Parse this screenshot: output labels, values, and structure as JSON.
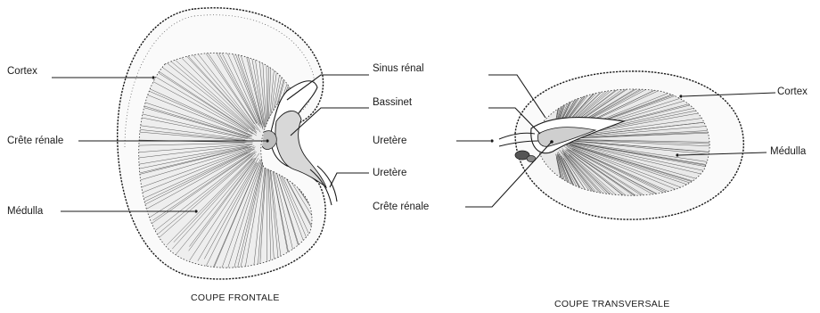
{
  "frontal": {
    "caption": "COUPE FRONTALE",
    "labels": {
      "cortex": "Cortex",
      "crete_renale": "Crête rénale",
      "medulla": "Médulla",
      "sinus_renal": "Sinus rénal",
      "bassinet": "Bassinet",
      "uretere": "Uretère"
    }
  },
  "transversal": {
    "caption": "COUPE TRANSVERSALE",
    "labels": {
      "uretere": "Uretère",
      "crete_renale": "Crête rénale",
      "cortex": "Cortex",
      "medulla": "Médulla"
    }
  },
  "colors": {
    "ink": "#1a1a1a",
    "paper": "#ffffff"
  }
}
